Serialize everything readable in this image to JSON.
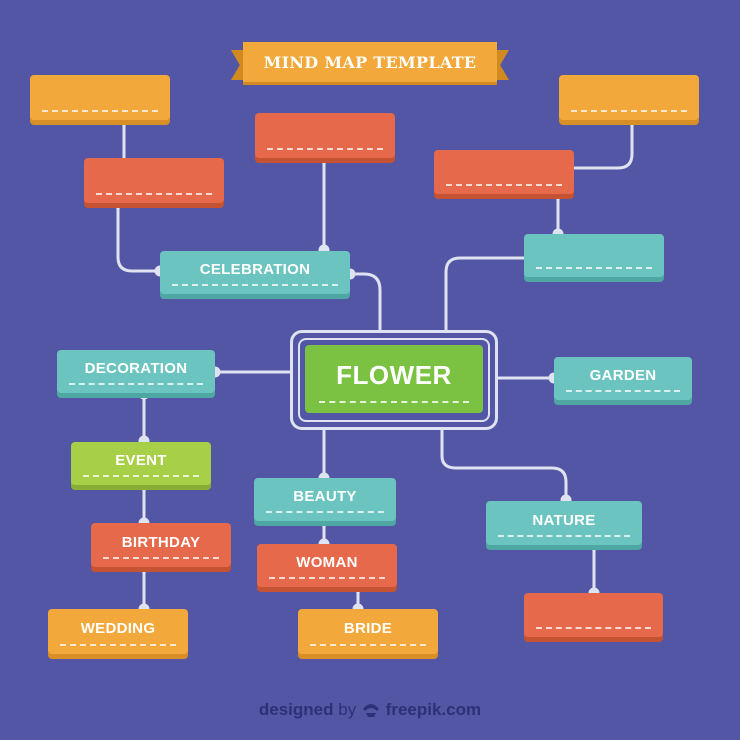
{
  "title": "MIND MAP TEMPLATE",
  "center": "FLOWER",
  "colors": {
    "background": "#5356a4",
    "orange": "#f2a83a",
    "red": "#e5694a",
    "teal": "#6cc4c0",
    "lime": "#a8cf48",
    "green": "#7bc242",
    "connector": "#dfe2f0"
  },
  "nodes": {
    "celebration": "CELEBRATION",
    "decoration": "DECORATION",
    "event": "EVENT",
    "birthday": "BIRTHDAY",
    "wedding": "WEDDING",
    "beauty": "BEAUTY",
    "woman": "WOMAN",
    "bride": "BRIDE",
    "garden": "GARDEN",
    "nature": "NATURE"
  },
  "edges": [
    [
      "flower",
      "celebration"
    ],
    [
      "flower",
      "decoration"
    ],
    [
      "flower",
      "beauty"
    ],
    [
      "flower",
      "garden"
    ],
    [
      "flower",
      "nature"
    ],
    [
      "flower",
      "teal-blank"
    ],
    [
      "celebration",
      "red-blank-a"
    ],
    [
      "red-blank-a",
      "orange-blank-a"
    ],
    [
      "celebration",
      "red-blank-b"
    ],
    [
      "teal-blank",
      "red-blank-c"
    ],
    [
      "red-blank-c",
      "orange-blank-b"
    ],
    [
      "decoration",
      "event"
    ],
    [
      "event",
      "birthday"
    ],
    [
      "birthday",
      "wedding"
    ],
    [
      "beauty",
      "woman"
    ],
    [
      "woman",
      "bride"
    ],
    [
      "nature",
      "red-blank-d"
    ]
  ],
  "credit": {
    "designed": "designed",
    "by": "by",
    "brand": "freepik.com",
    "brand_icon": "freepik-logo-icon"
  }
}
